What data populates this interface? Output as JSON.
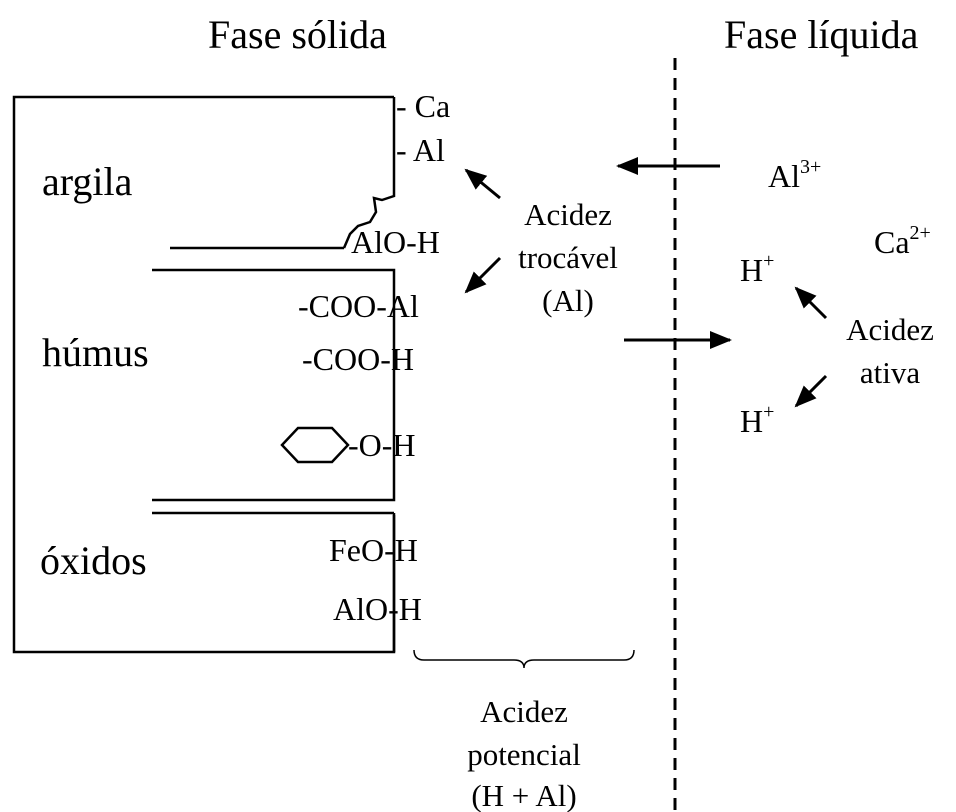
{
  "titles": {
    "solid": "Fase sólida",
    "liquid": "Fase líquida"
  },
  "regions": {
    "clay": "argila",
    "humus": "húmus",
    "oxides": "óxidos"
  },
  "groups": {
    "ca": "- Ca",
    "al": "- Al",
    "alo_h_clay": "AlO-H",
    "coo_al": "-COO-Al",
    "coo_h": "-COO-H",
    "o_h": "-O-H",
    "feo_h": "FeO-H",
    "alo_h_oxide": "AlO-H"
  },
  "acidity": {
    "exchangeable": [
      "Acidez",
      "trocável",
      "(Al)"
    ],
    "active": [
      "Acidez",
      "ativa"
    ],
    "potential": [
      "Acidez",
      "potencial",
      "(H + Al)"
    ]
  },
  "ions": {
    "al3": {
      "base": "Al",
      "charge": "3+"
    },
    "ca2": {
      "base": "Ca",
      "charge": "2+"
    },
    "h_upper": {
      "base": "H",
      "charge": "+"
    },
    "h_lower": {
      "base": "H",
      "charge": "+"
    }
  }
}
